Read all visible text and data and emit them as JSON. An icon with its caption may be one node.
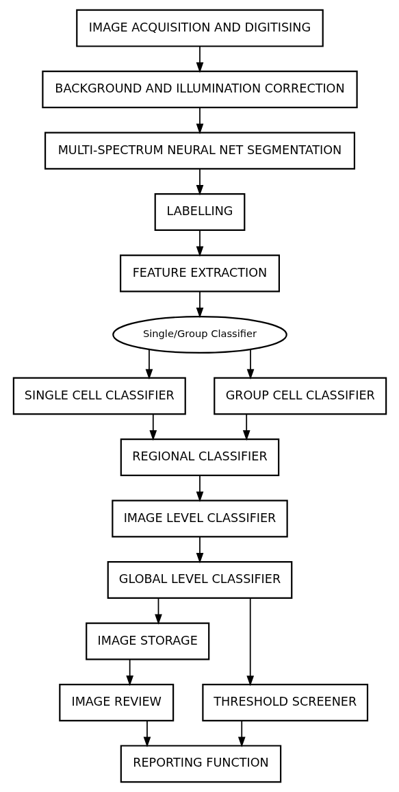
{
  "diagram": {
    "nodes": [
      {
        "text": [
          "IMAGE ACQUISITION AND DIGITISING"
        ]
      },
      {
        "text": [
          "BACKGROUND AND ILLUMINATION CORRECTION"
        ]
      },
      {
        "text": [
          "MULTI-SPECTRUM NEURAL NET SEGMENTATION"
        ]
      },
      {
        "text": [
          "LABELLING"
        ]
      },
      {
        "text": [
          "FEATURE EXTRACTION"
        ]
      },
      {
        "text": [
          "Single/Group Classifier"
        ]
      },
      {
        "text": [
          "SINGLE CELL CLASSIFIER"
        ]
      },
      {
        "text": [
          "GROUP CELL CLASSIFIER"
        ]
      },
      {
        "text": [
          "REGIONAL CLASSIFIER"
        ]
      },
      {
        "text": [
          "IMAGE LEVEL CLASSIFIER"
        ]
      },
      {
        "text": [
          "GLOBAL LEVEL CLASSIFIER"
        ]
      },
      {
        "text": [
          "IMAGE STORAGE"
        ]
      },
      {
        "text": [
          "THRESHOLD SCREENER"
        ]
      },
      {
        "text": [
          "IMAGE REVIEW"
        ]
      },
      {
        "text": [
          "REPORTING FUNCTION"
        ]
      }
    ],
    "edges": [
      {
        "from": 0,
        "to": 1,
        "arrow": "to"
      },
      {
        "from": 1,
        "to": 2,
        "arrow": "to"
      },
      {
        "from": 2,
        "to": 3,
        "arrow": "to"
      },
      {
        "from": 3,
        "to": 4,
        "arrow": "to"
      },
      {
        "from": 4,
        "to": 5,
        "arrow": "to"
      },
      {
        "from": 5,
        "to": 6,
        "arrow": "to"
      },
      {
        "from": 5,
        "to": 7,
        "arrow": "to"
      },
      {
        "from": 6,
        "to": 8,
        "arrow": "to"
      },
      {
        "from": 7,
        "to": 8,
        "arrow": "to"
      },
      {
        "from": 8,
        "to": 9,
        "arrow": "to"
      },
      {
        "from": 9,
        "to": 10,
        "arrow": "to"
      },
      {
        "from": 10,
        "to": 11,
        "arrow": "to"
      },
      {
        "from": 10,
        "to": 12,
        "arrow": "to"
      },
      {
        "from": 11,
        "to": 13,
        "arrow": "to"
      },
      {
        "from": 13,
        "to": 14,
        "arrow": "to"
      },
      {
        "from": 12,
        "to": 14,
        "arrow": "to"
      }
    ]
  }
}
